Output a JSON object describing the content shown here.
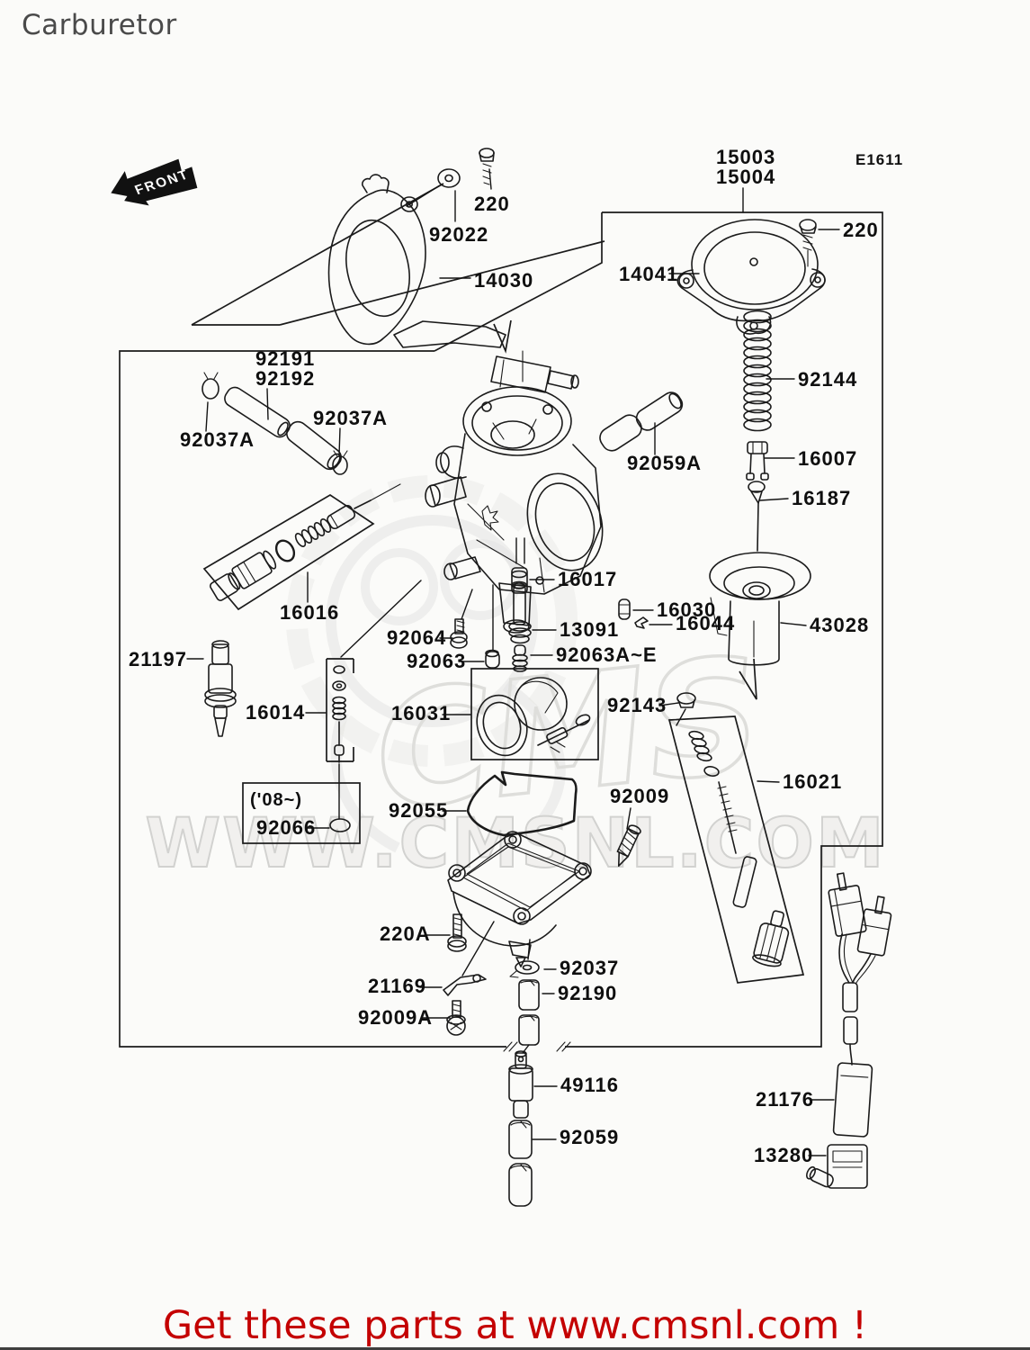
{
  "header": {
    "title": "Carburetor"
  },
  "diagram": {
    "ref_code": "E1611",
    "front_marker": "FRONT",
    "watermark": {
      "brand": "CMS",
      "url": "WWW.CMSNL.COM"
    },
    "labels": [
      {
        "part": "220",
        "text": "220"
      },
      {
        "part": "92022",
        "text": "92022"
      },
      {
        "part": "14030",
        "text": "14030"
      },
      {
        "part": "15003",
        "text": "15003"
      },
      {
        "part": "15004",
        "text": "15004"
      },
      {
        "part": "ref-code",
        "text": "E1611"
      },
      {
        "part": "220",
        "text": "220"
      },
      {
        "part": "14041",
        "text": "14041"
      },
      {
        "part": "92144",
        "text": "92144"
      },
      {
        "part": "16007",
        "text": "16007"
      },
      {
        "part": "16187",
        "text": "16187"
      },
      {
        "part": "43028",
        "text": "43028"
      },
      {
        "part": "92059A",
        "text": "92059A"
      },
      {
        "part": "92191",
        "text": "92191"
      },
      {
        "part": "92192",
        "text": "92192"
      },
      {
        "part": "92037A",
        "text": "92037A"
      },
      {
        "part": "92037A",
        "text": "92037A"
      },
      {
        "part": "16016",
        "text": "16016"
      },
      {
        "part": "21197",
        "text": "21197"
      },
      {
        "part": "16014",
        "text": "16014"
      },
      {
        "part": "note-08",
        "text": "('08~)"
      },
      {
        "part": "92066",
        "text": "92066"
      },
      {
        "part": "92064",
        "text": "92064"
      },
      {
        "part": "16017",
        "text": "16017"
      },
      {
        "part": "13091",
        "text": "13091"
      },
      {
        "part": "92063",
        "text": "92063"
      },
      {
        "part": "92063A-E",
        "text": "92063A~E"
      },
      {
        "part": "16030",
        "text": "16030"
      },
      {
        "part": "16044",
        "text": "16044"
      },
      {
        "part": "16031",
        "text": "16031"
      },
      {
        "part": "92143",
        "text": "92143"
      },
      {
        "part": "92055",
        "text": "92055"
      },
      {
        "part": "92009",
        "text": "92009"
      },
      {
        "part": "16021",
        "text": "16021"
      },
      {
        "part": "220A",
        "text": "220A"
      },
      {
        "part": "21169",
        "text": "21169"
      },
      {
        "part": "92009A",
        "text": "92009A"
      },
      {
        "part": "92037",
        "text": "92037"
      },
      {
        "part": "92190",
        "text": "92190"
      },
      {
        "part": "49116",
        "text": "49116"
      },
      {
        "part": "92059",
        "text": "92059"
      },
      {
        "part": "21176",
        "text": "21176"
      },
      {
        "part": "13280",
        "text": "13280"
      }
    ]
  },
  "footer": {
    "banner": "Get these parts at www.cmsnl.com !"
  },
  "colors": {
    "banner_red": "#c40000",
    "line": "#1b1b1b",
    "title_gray": "#4a4a4a",
    "watermark_gray": "#d7d7d4"
  }
}
